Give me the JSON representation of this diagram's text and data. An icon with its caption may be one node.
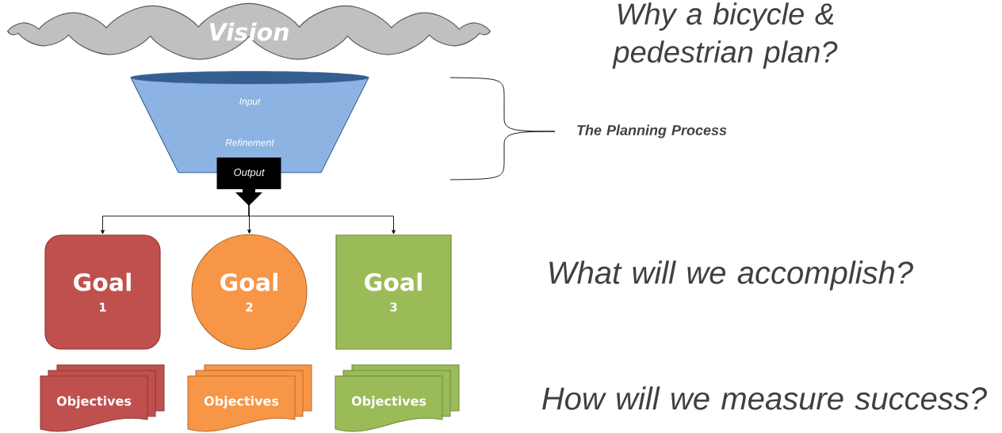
{
  "diagram": {
    "nodes": [
      {
        "text": [
          "Vision"
        ]
      },
      {
        "text": [
          "Input",
          "Refinement"
        ]
      },
      {
        "text": [
          "Output"
        ]
      },
      {
        "text": [
          "Goal",
          "1"
        ]
      },
      {
        "text": [
          "Goal",
          "2"
        ]
      },
      {
        "text": [
          "Goal",
          "3"
        ]
      },
      {
        "text": [
          "Objectives"
        ]
      },
      {
        "text": [
          "Objectives"
        ]
      },
      {
        "text": [
          "Objectives"
        ]
      }
    ],
    "edges": [
      {
        "from": 2,
        "to": 3,
        "arrow": "to"
      },
      {
        "from": 2,
        "to": 4,
        "arrow": "to"
      },
      {
        "from": 2,
        "to": 5,
        "arrow": "to"
      }
    ],
    "labels": [
      "Why a bicycle & pedestrian plan?",
      "The Planning Process",
      "What will we accomplish?",
      "How will we measure success?"
    ]
  }
}
